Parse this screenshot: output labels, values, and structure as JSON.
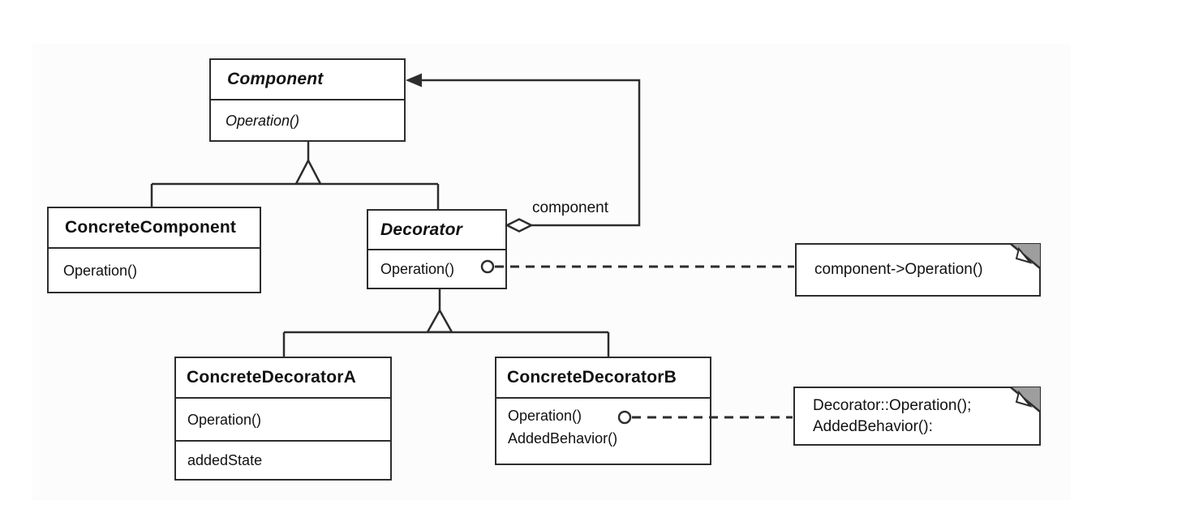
{
  "colors": {
    "line": "#2d2d2d",
    "text": "#111111",
    "note_fold_fill": "#9e9e9e",
    "background": "#ffffff",
    "panel": "#fcfcfc"
  },
  "classes": {
    "component": {
      "name": "Component",
      "methods": [
        "Operation()"
      ]
    },
    "concrete_component": {
      "name": "ConcreteComponent",
      "methods": [
        "Operation()"
      ]
    },
    "decorator": {
      "name": "Decorator",
      "methods": [
        "Operation()"
      ]
    },
    "concrete_decorator_a": {
      "name": "ConcreteDecoratorA",
      "methods": [
        "Operation()"
      ],
      "attributes": [
        "addedState"
      ]
    },
    "concrete_decorator_b": {
      "name": "ConcreteDecoratorB",
      "methods": [
        "Operation()",
        "AddedBehavior()"
      ]
    }
  },
  "labels": {
    "aggregation_role": "component"
  },
  "notes": {
    "decorator_operation": {
      "lines": [
        "component->Operation()"
      ]
    },
    "concrete_decorator_b_operation": {
      "lines": [
        "Decorator::Operation();",
        "AddedBehavior():"
      ]
    }
  }
}
